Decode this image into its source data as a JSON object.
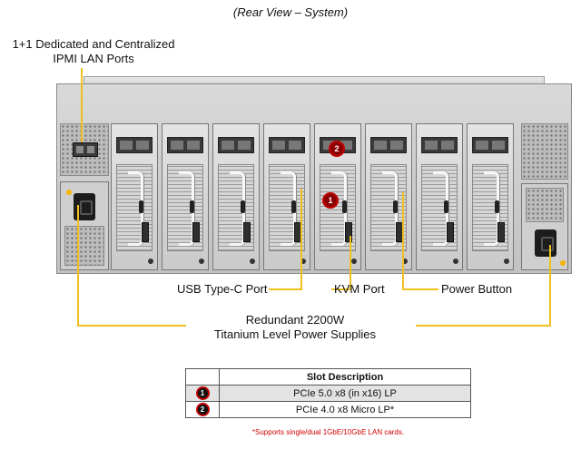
{
  "caption": "(Rear View – System)",
  "labels": {
    "ipmi_line1": "1+1 Dedicated and Centralized",
    "ipmi_line2": "IPMI LAN Ports",
    "usb_c": "USB Type-C Port",
    "kvm": "KVM Port",
    "power_button": "Power Button",
    "psu_line1": "Redundant  2200W",
    "psu_line2": "Titanium Level Power Supplies"
  },
  "markers": {
    "one": "1",
    "two": "2"
  },
  "table": {
    "header": "Slot Description",
    "rows": [
      {
        "marker": "1",
        "description": "PCIe 5.0 x8 (in x16) LP"
      },
      {
        "marker": "2",
        "description": "PCIe 4.0 x8 Micro LP*"
      }
    ],
    "footnote": "*Supports single/dual 1GbE/10GbE  LAN cards."
  },
  "colors": {
    "callout_line": "#f0c020",
    "marker_red": "#c00000",
    "footnote_red": "#d00000"
  },
  "node_count": 8
}
